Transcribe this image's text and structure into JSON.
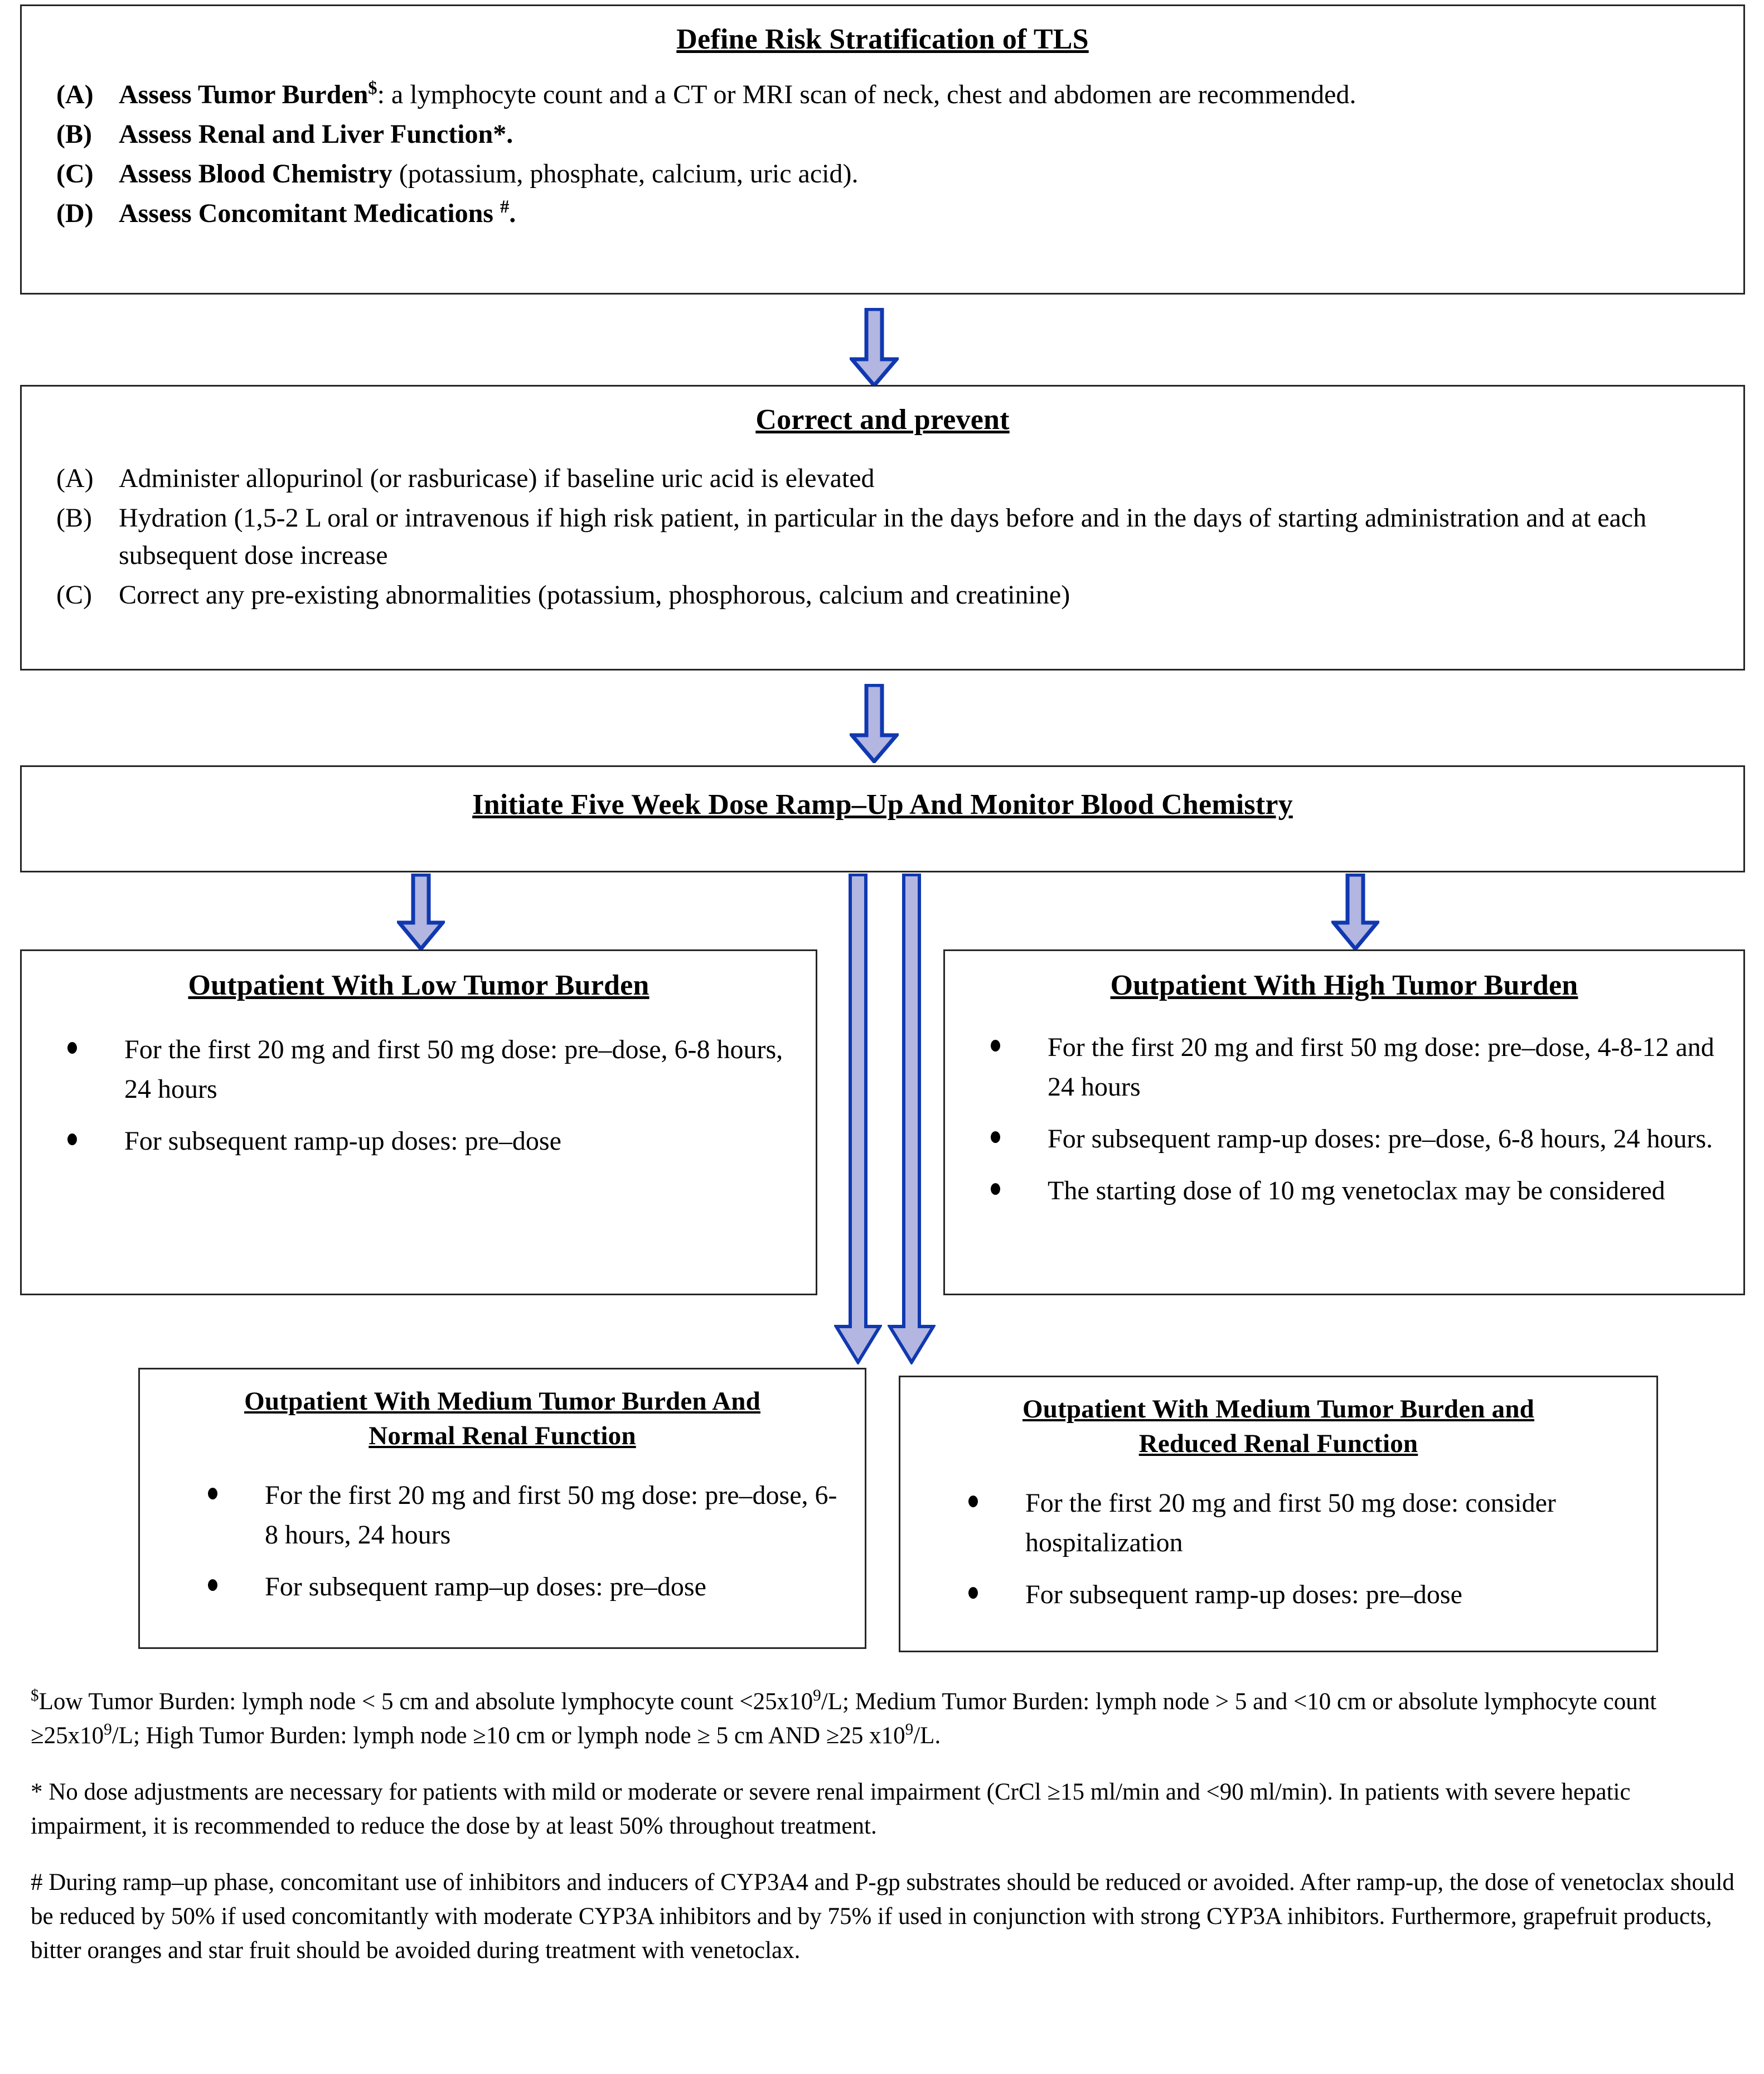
{
  "colors": {
    "box_border": "#262626",
    "arrow_fill": "#b2b6e0",
    "arrow_stroke": "#1038b0",
    "text": "#000000",
    "background": "#ffffff"
  },
  "boxes": {
    "risk_stratification": {
      "title": "Define Risk Stratification of TLS",
      "items": [
        {
          "mark": "(A)",
          "lead": "Assess Tumor Burden",
          "sup": "$",
          "rest": ": a lymphocyte count and a CT or MRI scan of neck, chest and abdomen are recommended."
        },
        {
          "mark": "(B)",
          "lead": "Assess Renal and Liver Function*.",
          "sup": "",
          "rest": ""
        },
        {
          "mark": "(C)",
          "lead": "Assess Blood Chemistry",
          "sup": "",
          "rest": " (potassium, phosphate, calcium, uric acid)."
        },
        {
          "mark": "(D)",
          "lead": "Assess Concomitant Medications ",
          "sup": "#",
          "rest": "."
        }
      ]
    },
    "correct_and_prevent": {
      "title": "Correct and prevent",
      "items": [
        {
          "mark": "(A)",
          "lead": "",
          "sup": "",
          "rest": "Administer allopurinol (or rasburicase) if baseline uric acid is elevated"
        },
        {
          "mark": "(B)",
          "lead": "",
          "sup": "",
          "rest": "Hydration (1,5-2 L oral or intravenous if high risk patient, in particular in the days before and in the days of starting administration and at each subsequent dose increase"
        },
        {
          "mark": "(C)",
          "lead": "",
          "sup": "",
          "rest": "Correct any pre-existing abnormalities (potassium, phosphorous, calcium and creatinine)"
        }
      ]
    },
    "ramp_up": {
      "title": "Initiate Five Week Dose Ramp–Up And Monitor Blood Chemistry"
    },
    "low_burden": {
      "title": "Outpatient With Low Tumor Burden",
      "bullets": [
        "For the first 20 mg and first 50 mg dose: pre–dose, 6-8 hours, 24 hours",
        "For subsequent ramp-up doses: pre–dose"
      ]
    },
    "high_burden": {
      "title": "Outpatient With High Tumor Burden",
      "bullets": [
        "For the first 20 mg and first 50 mg dose: pre–dose, 4-8-12 and 24 hours",
        "For subsequent ramp-up doses: pre–dose, 6-8 hours, 24 hours.",
        "The starting dose of 10 mg venetoclax may be considered"
      ]
    },
    "medium_normal_renal": {
      "title_line1": "Outpatient With Medium Tumor Burden And",
      "title_line2": "Normal Renal Function",
      "bullets": [
        "For the first 20 mg and first 50 mg dose: pre–dose, 6-8 hours, 24 hours",
        "For subsequent ramp–up doses: pre–dose"
      ]
    },
    "medium_reduced_renal": {
      "title_line1": "Outpatient With Medium Tumor Burden and",
      "title_line2": "Reduced Renal Function",
      "bullets": [
        "For the first 20 mg and first 50 mg dose: consider hospitalization",
        "For subsequent ramp-up doses: pre–dose"
      ]
    }
  },
  "arrows": [
    {
      "name": "arrow-risk-to-correct",
      "direction": "down"
    },
    {
      "name": "arrow-correct-to-rampup",
      "direction": "down"
    },
    {
      "name": "arrow-rampup-to-low",
      "direction": "down"
    },
    {
      "name": "arrow-rampup-to-medium-normal",
      "direction": "down"
    },
    {
      "name": "arrow-rampup-to-medium-reduced",
      "direction": "down"
    },
    {
      "name": "arrow-rampup-to-high",
      "direction": "down"
    }
  ],
  "footnotes": [
    {
      "marker": "$",
      "marker_is_sup": true,
      "text_parts": [
        {
          "t": "Low Tumor Burden: lymph node < 5 cm and absolute lymphocyte count <25x10"
        },
        {
          "t": "9",
          "sup": true
        },
        {
          "t": "/L; Medium Tumor Burden: lymph node > 5 and <10 cm or absolute lymphocyte count ≥25x10"
        },
        {
          "t": "9",
          "sup": true
        },
        {
          "t": "/L; High Tumor Burden: lymph node ≥10 cm or lymph node ≥ 5 cm AND ≥25 x10"
        },
        {
          "t": "9",
          "sup": true
        },
        {
          "t": "/L."
        }
      ]
    },
    {
      "marker": "*",
      "marker_is_sup": false,
      "text_parts": [
        {
          "t": " No dose adjustments are necessary for patients with mild or moderate or severe renal impairment (CrCl ≥15 ml/min and <90 ml/min).  In patients with severe hepatic impairment, it is recommended to reduce the dose by at least 50% throughout treatment."
        }
      ]
    },
    {
      "marker": "#",
      "marker_is_sup": false,
      "text_parts": [
        {
          "t": " During ramp–up phase, concomitant use of inhibitors and inducers of CYP3A4 and P-gp substrates should be reduced or avoided. After ramp-up, the dose of venetoclax should be reduced by 50% if used concomitantly with moderate CYP3A inhibitors and by 75% if used in conjunction with strong CYP3A inhibitors. Furthermore, grapefruit products, bitter oranges and star fruit should be avoided during treatment with venetoclax."
        }
      ]
    }
  ]
}
